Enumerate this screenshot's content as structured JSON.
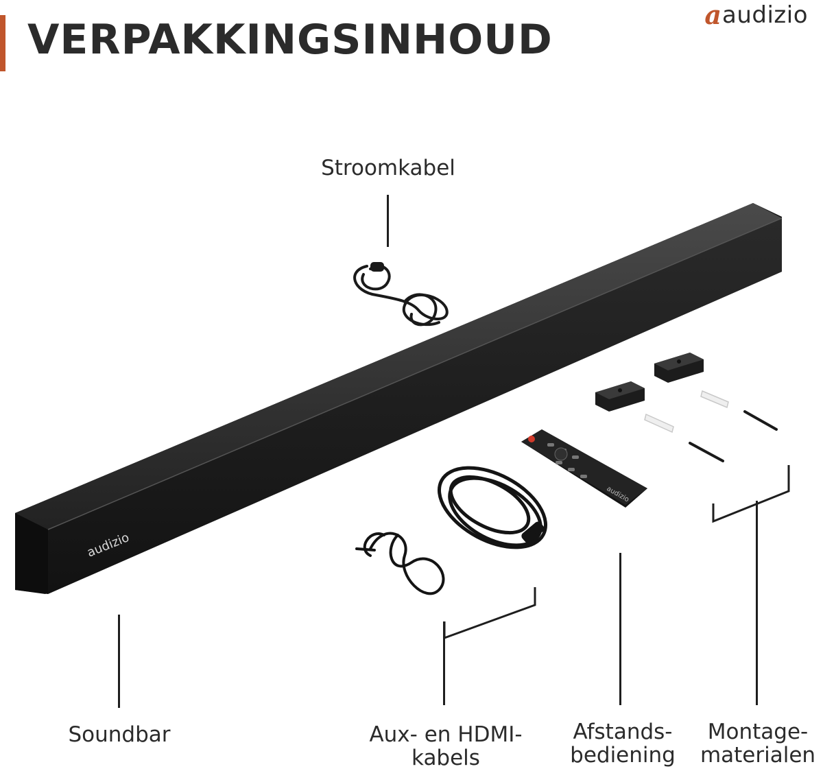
{
  "header": {
    "title": "VERPAKKINGSINHOUD",
    "brand_mark": "a",
    "brand_name": "audizio",
    "accent_color": "#c0562c"
  },
  "product_brand": "audizio",
  "remote_brand": "audizio",
  "labels": {
    "power_cable": "Stroomkabel",
    "soundbar": "Soundbar",
    "cables_line1": "Aux- en HDMI-",
    "cables_line2": "kabels",
    "remote_line1": "Afstands-",
    "remote_line2": "bediening",
    "mounting_line1": "Montage-",
    "mounting_line2": "materialen"
  },
  "icons": [
    "soundbar-image",
    "power-cable-image",
    "aux-cable-image",
    "hdmi-cable-image",
    "remote-control-image",
    "wall-bracket-image",
    "wall-plug-image",
    "screw-image"
  ]
}
